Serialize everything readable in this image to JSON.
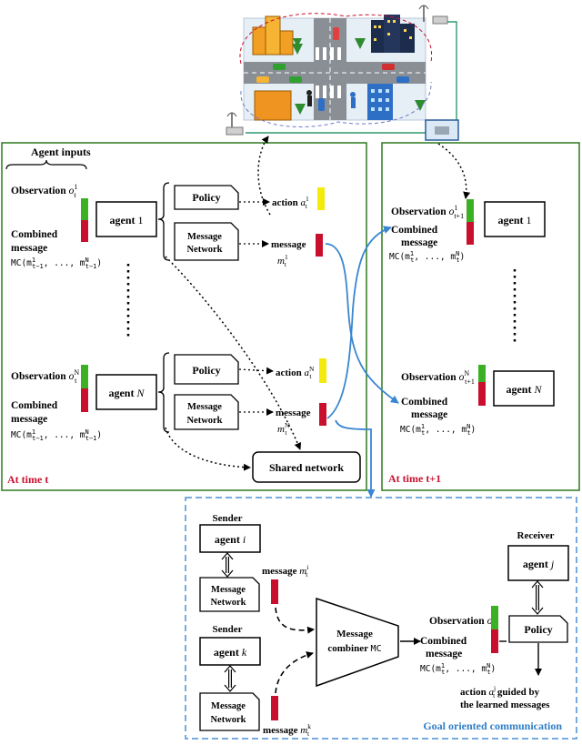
{
  "left_panel": {
    "heading": "Agent inputs",
    "time_label": "At time t",
    "agent1": {
      "name": "agent",
      "index": "1",
      "obs": "Observation",
      "obs_sym": "o",
      "obs_sup": "1",
      "obs_sub": "t",
      "combined": "Combined",
      "message": "message",
      "mc": "MC(m",
      "mc_a_sup": "1",
      "mc_a_sub": "t−1",
      "mc_mid": ", ..., m",
      "mc_b_sup": "N",
      "mc_b_sub": "t−1",
      "mc_end": ")"
    },
    "agentN": {
      "name": "agent",
      "index": "N",
      "obs": "Observation",
      "obs_sym": "o",
      "obs_sup": "N",
      "obs_sub": "t",
      "combined": "Combined",
      "message": "message",
      "mc": "MC(m",
      "mc_a_sup": "1",
      "mc_a_sub": "t−1",
      "mc_mid": ", ..., m",
      "mc_b_sup": "N",
      "mc_b_sub": "t−1",
      "mc_end": ")"
    },
    "policy": "Policy",
    "msg_net_1": "Message",
    "msg_net_2": "Network",
    "action_label": "action",
    "action_sym": "a",
    "action1_sup": "1",
    "actionN_sup": "N",
    "time_sub": "t",
    "message_label": "message",
    "msg_sym": "m",
    "shared_network": "Shared network"
  },
  "right_panel": {
    "time_label": "At time t+1",
    "agent1": {
      "name": "agent",
      "index": "1",
      "obs": "Observation",
      "obs_sup": "1",
      "obs_sub": "t+1"
    },
    "agentN": {
      "name": "agent",
      "index": "N",
      "obs": "Observation",
      "obs_sup": "N",
      "obs_sub": "t+1"
    },
    "combined": "Combined",
    "message": "message",
    "mc_a_sub": "t",
    "mc_b_sub": "t"
  },
  "goal_panel": {
    "title": "Goal oriented communication",
    "sender1": "Sender",
    "sender1_agent": "agent",
    "sender1_index": "i",
    "sender2": "Sender",
    "sender2_agent": "agent",
    "sender2_index": "k",
    "receiver": "Receiver",
    "receiver_agent": "agent",
    "receiver_index": "j",
    "msg_net_1": "Message",
    "msg_net_2": "Network",
    "message_label": "message",
    "msg_i_sup": "i",
    "msg_k_sup": "k",
    "combiner_1": "Message",
    "combiner_2": "combiner",
    "combiner_mc": "MC",
    "obs": "Observation",
    "obs_sup": "j",
    "combined": "Combined",
    "message": "message",
    "policy": "Policy",
    "action_line1_a": "action",
    "action_sup": "j",
    "action_line1_b": "guided by",
    "action_line2": "the learned messages"
  },
  "colors": {
    "green": "#2d7a1e",
    "bar_green": "#3cb024",
    "bar_red": "#c8102e",
    "yellow": "#f4ea0c",
    "blue": "#3a86d0",
    "dash_blue": "#4a90d9",
    "label_red": "#c8102e",
    "label_blue": "#2f7ec6"
  }
}
